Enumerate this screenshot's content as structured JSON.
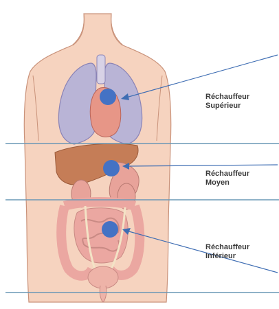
{
  "colors": {
    "skin": "#f6d3bf",
    "skin_outline": "#c9927a",
    "lung": "#b9b4d6",
    "lung_outline": "#8a83b6",
    "heart": "#e79687",
    "liver": "#c57d57",
    "stomach": "#e8a39a",
    "intestine": "#eba7a1",
    "bladder": "#eeb3a8",
    "separator_line": "#6a98b5",
    "marker": "#4472c4",
    "arrow": "#3e6db3",
    "label_text": "#3a3a3a"
  },
  "zones": [
    {
      "name_line1": "Réchauffeur",
      "name_line2": "Supérieur"
    },
    {
      "name_line1": "Réchauffeur",
      "name_line2": "Moyen"
    },
    {
      "name_line1": "Réchauffeur",
      "name_line2": "Inférieur"
    }
  ]
}
